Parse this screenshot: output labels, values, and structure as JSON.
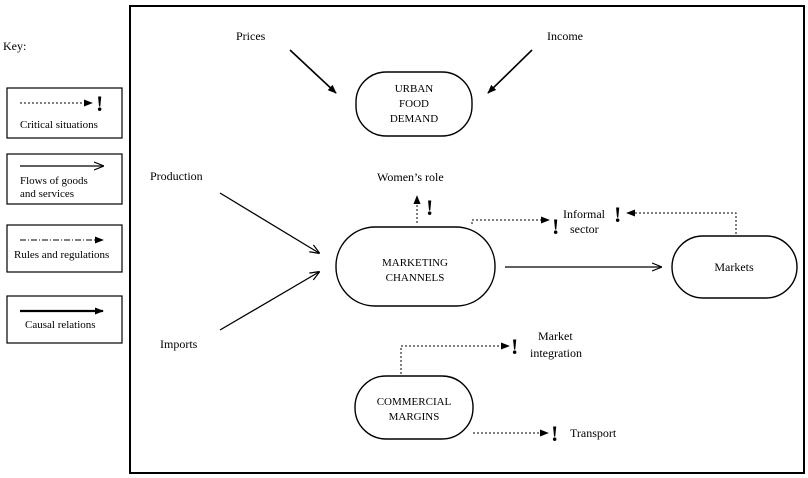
{
  "key": {
    "title": "Key:",
    "critical": "Critical situations",
    "flows_line1": "Flows of goods",
    "flows_line2": "and services",
    "rules": "Rules and regulations",
    "causal": "Causal relations"
  },
  "nodes": {
    "urban_line1": "URBAN",
    "urban_line2": "FOOD",
    "urban_line3": "DEMAND",
    "marketing_line1": "MARKETING",
    "marketing_line2": "CHANNELS",
    "commercial_line1": "COMMERCIAL",
    "commercial_line2": "MARGINS",
    "markets": "Markets"
  },
  "labels": {
    "prices": "Prices",
    "income": "Income",
    "production": "Production",
    "imports": "Imports",
    "womens_role": "Women’s role",
    "informal_line1": "Informal",
    "informal_line2": "sector",
    "market_integration_line1": "Market",
    "market_integration_line2": "integration",
    "transport": "Transport"
  },
  "critical_mark": "!"
}
